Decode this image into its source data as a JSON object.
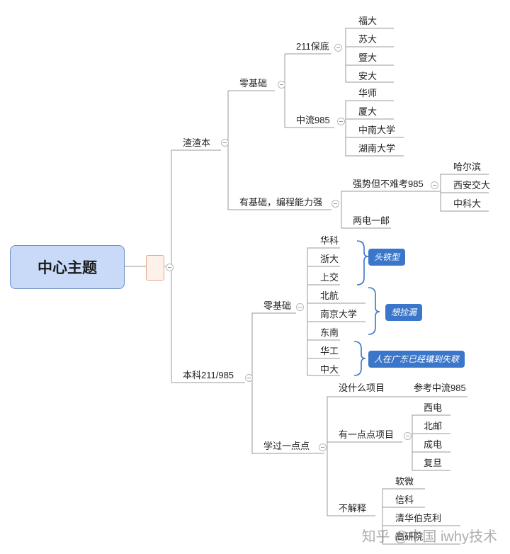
{
  "root": "中心主题",
  "branches": {
    "zhazha": "渣渣本",
    "benke": "本科211/985"
  },
  "zhazha": {
    "zero": "零基础",
    "zero_groups": {
      "g211": "211保底",
      "g211_items": [
        "福大",
        "苏大",
        "暨大",
        "安大"
      ],
      "g985": "中流985",
      "g985_items": [
        "华师",
        "厦大",
        "中南大学",
        "湖南大学"
      ]
    },
    "has_base": "有基础，编程能力强",
    "strong": "强势但不难考985",
    "strong_items": [
      "哈尔滨",
      "西安交大",
      "中科大"
    ],
    "two": "两电一邮"
  },
  "benke": {
    "zero": "零基础",
    "zero_items": [
      "华科",
      "浙大",
      "上交",
      "北航",
      "南京大学",
      "东南",
      "华工",
      "中大"
    ],
    "tags": [
      "头铁型",
      "想捡漏",
      "人在广东已经镶到失联"
    ],
    "learned": "学过一点点",
    "no_proj": "没什么项目",
    "no_proj_ref": "参考中流985",
    "some_proj": "有一点点项目",
    "some_proj_items": [
      "西电",
      "北邮",
      "成电",
      "复旦"
    ],
    "no_explain": "不解释",
    "no_explain_items": [
      "软微",
      "信科",
      "清华伯克利",
      "高研院"
    ]
  },
  "watermark": "知乎 @中国 iwhy技术"
}
